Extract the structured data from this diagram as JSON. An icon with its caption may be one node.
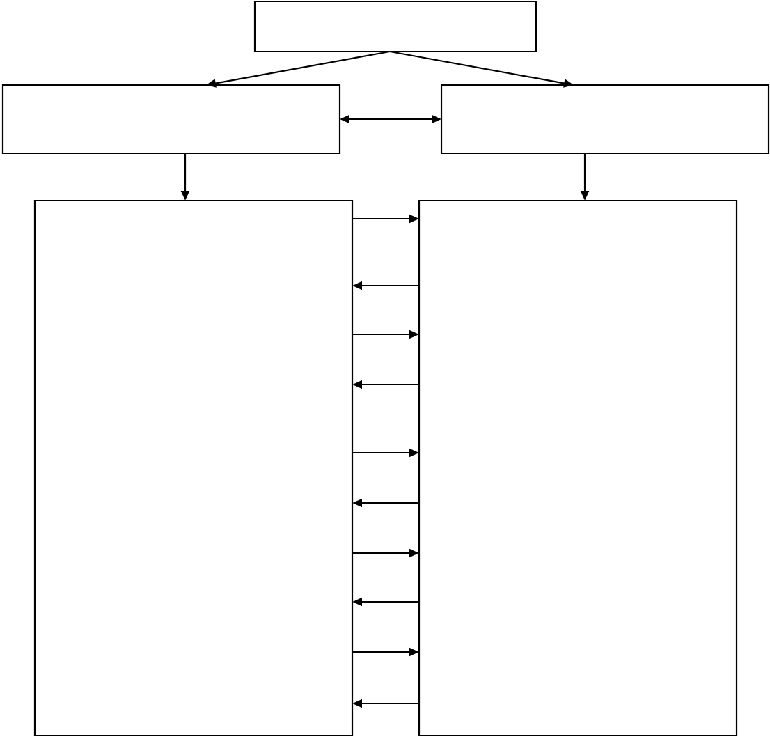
{
  "diagram": {
    "nodes": [
      {
        "text": [],
        "shape": "box"
      },
      {
        "text": [],
        "shape": "box"
      },
      {
        "text": [],
        "shape": "box"
      },
      {
        "text": [],
        "shape": "box"
      },
      {
        "text": [],
        "shape": "box"
      }
    ],
    "edges": [
      {
        "from": 0,
        "to": 1,
        "arrow": "to"
      },
      {
        "from": 0,
        "to": 2,
        "arrow": "to"
      },
      {
        "from": 1,
        "to": 2,
        "arrow": "both"
      },
      {
        "from": 1,
        "to": 3,
        "arrow": "to"
      },
      {
        "from": 2,
        "to": 4,
        "arrow": "to"
      },
      {
        "from": 3,
        "to": 4,
        "arrow": "to"
      },
      {
        "from": 4,
        "to": 3,
        "arrow": "to"
      },
      {
        "from": 3,
        "to": 4,
        "arrow": "to"
      },
      {
        "from": 4,
        "to": 3,
        "arrow": "to"
      },
      {
        "from": 3,
        "to": 4,
        "arrow": "to"
      },
      {
        "from": 4,
        "to": 3,
        "arrow": "to"
      },
      {
        "from": 3,
        "to": 4,
        "arrow": "to"
      },
      {
        "from": 4,
        "to": 3,
        "arrow": "to"
      },
      {
        "from": 3,
        "to": 4,
        "arrow": "to"
      },
      {
        "from": 4,
        "to": 3,
        "arrow": "to"
      }
    ]
  }
}
